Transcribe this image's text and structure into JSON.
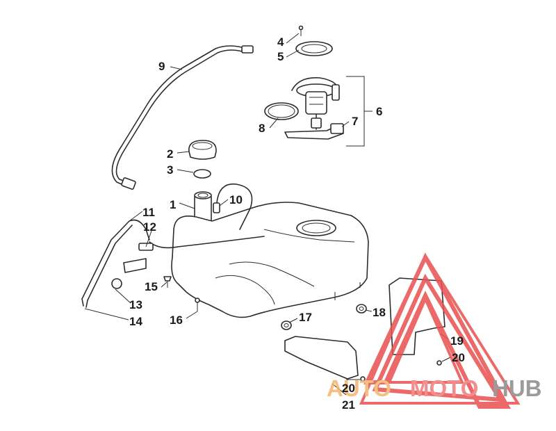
{
  "callouts": {
    "c1": "1",
    "c2": "2",
    "c3": "3",
    "c4": "4",
    "c5": "5",
    "c6": "6",
    "c7": "7",
    "c8": "8",
    "c9": "9",
    "c10": "10",
    "c11": "11",
    "c12": "12",
    "c13": "13",
    "c14": "14",
    "c15": "15",
    "c16": "16",
    "c17": "17",
    "c18": "18",
    "c19": "19",
    "c20a": "20",
    "c20b": "20",
    "c21": "21"
  },
  "watermark": {
    "part1": "AUTO",
    "part2": "MOTO",
    "part3": "HUB",
    "colors": {
      "auto": "#f3b66c",
      "moto": "#ef7b7b",
      "hub": "#8a8a8a",
      "triangle": "#e85050"
    }
  }
}
